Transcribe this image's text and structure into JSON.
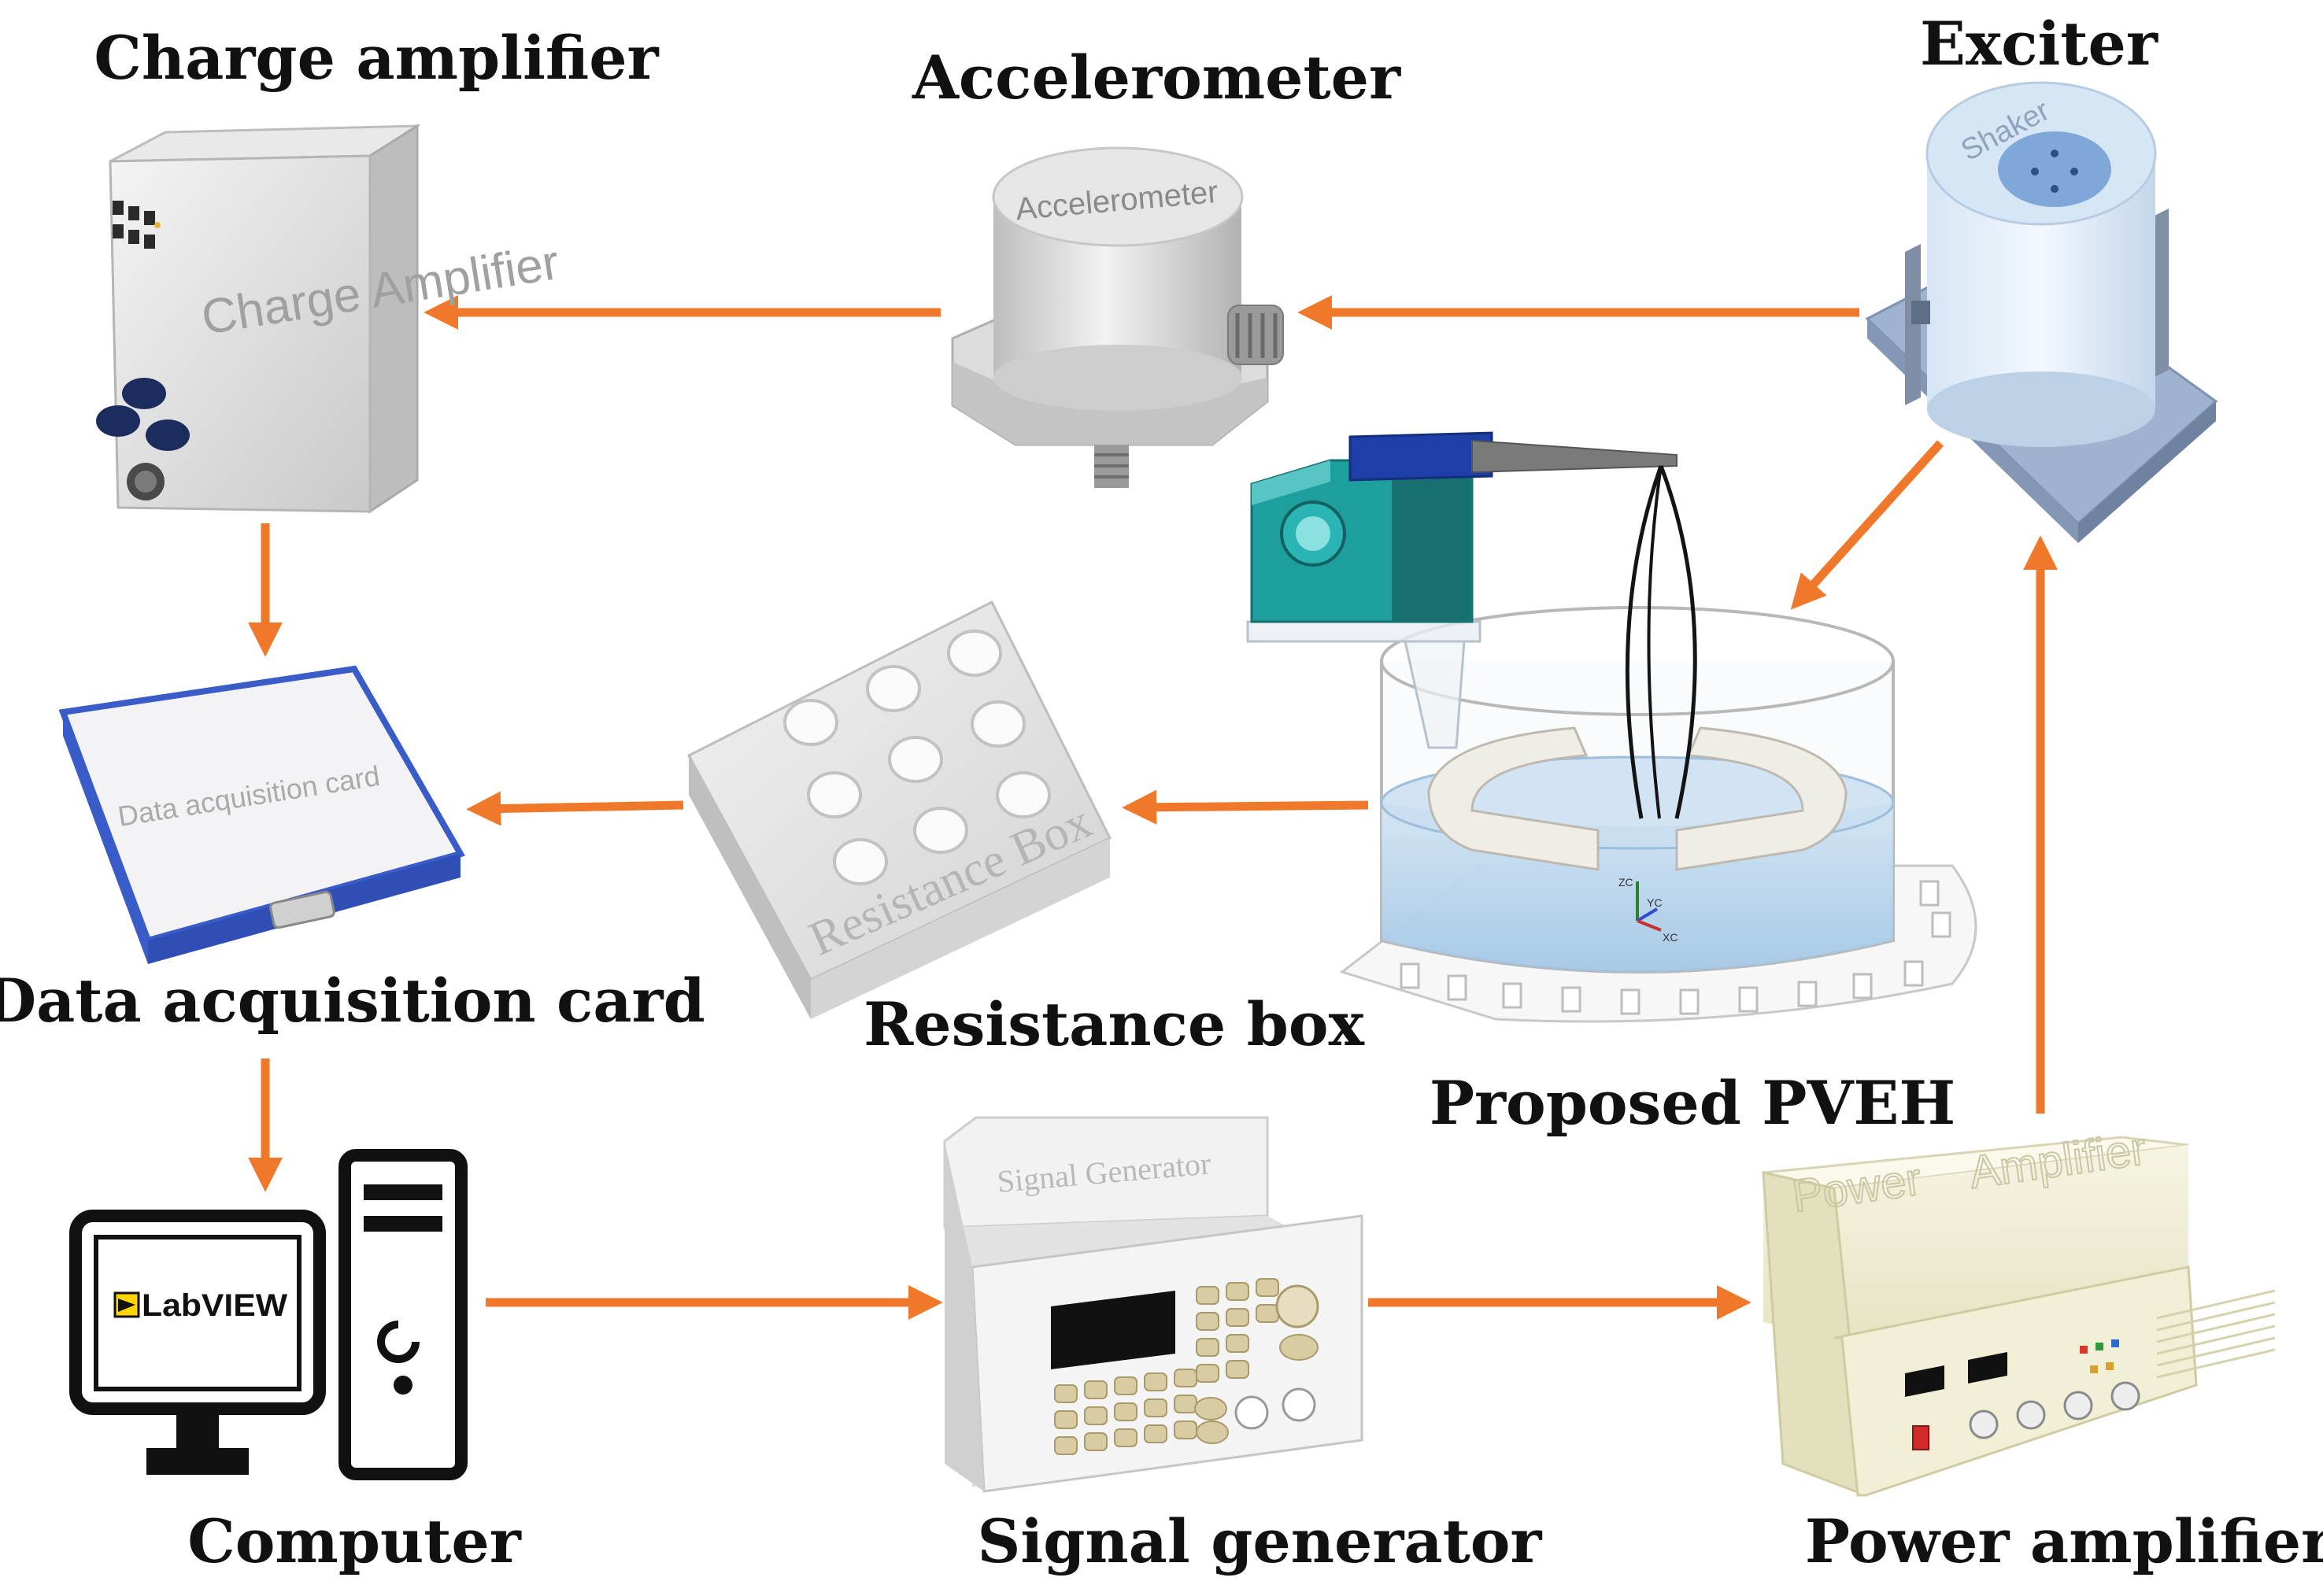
{
  "colors": {
    "arrow": "#F0782A",
    "label": "#111111",
    "device_light": "#E4E4E4",
    "daq_blue": "#3A5CC8",
    "clamp_teal": "#1F9E9E",
    "clamp_blue": "#1E3FA8",
    "water": "#AFCFEA",
    "power_body": "#F1EFD6",
    "shaker_blue": "#C6DCF2"
  },
  "labels": {
    "charge_amplifier": "Charge amplifier",
    "accelerometer": "Accelerometer",
    "exciter": "Exciter",
    "data_acquisition_card": "Data acquisition card",
    "resistance_box": "Resistance box",
    "proposed_pveh": "Proposed PVEH",
    "computer": "Computer",
    "signal_generator": "Signal  generator",
    "power_amplifier": "Power amplifier"
  },
  "device_text": {
    "charge_amplifier": "Charge Amplifier",
    "accelerometer": "Accelerometer",
    "shaker": "Shaker",
    "daq_card": "Data acquisition card",
    "resistance_box": "Resistance Box",
    "labview": "LabVIEW",
    "signal_generator": "Signal Generator",
    "power_amplifier_1": "Power",
    "power_amplifier_2": "Amplifier"
  },
  "axes_triad": {
    "z": "ZC",
    "y": "YC",
    "x": "XC"
  },
  "icons": [
    "charge-amplifier-device-icon",
    "accelerometer-sensor-icon",
    "shaker-exciter-icon",
    "daq-card-icon",
    "resistance-box-icon",
    "pveh-harvester-icon",
    "computer-monitor-icon",
    "computer-tower-icon",
    "signal-generator-device-icon",
    "power-amplifier-device-icon"
  ]
}
